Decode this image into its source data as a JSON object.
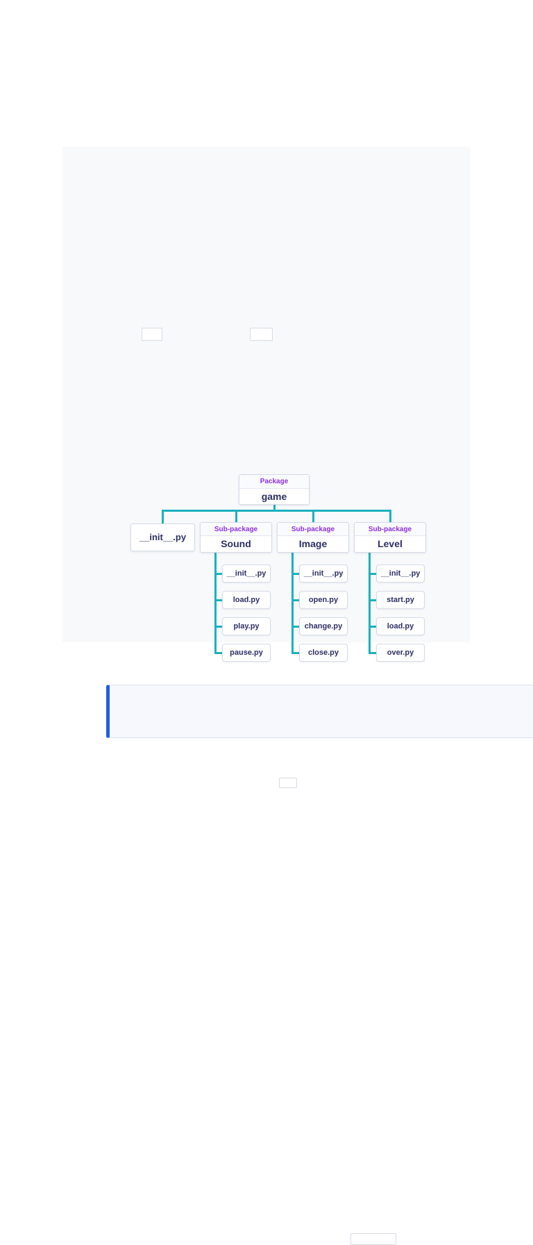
{
  "page": {
    "background": "#ffffff",
    "panel_bg": "#f8f9fb"
  },
  "diagram": {
    "root": {
      "badge": "Package",
      "name": "game"
    },
    "root_init_file": "__init__.py",
    "subpackages": [
      {
        "badge": "Sub-package",
        "name": "Sound",
        "files": [
          "__init__.py",
          "load.py",
          "play.py",
          "pause.py"
        ]
      },
      {
        "badge": "Sub-package",
        "name": "Image",
        "files": [
          "__init__.py",
          "open.py",
          "change.py",
          "close.py"
        ]
      },
      {
        "badge": "Sub-package",
        "name": "Level",
        "files": [
          "__init__.py",
          "start.py",
          "load.py",
          "over.py"
        ]
      }
    ],
    "colors": {
      "connector": "#1bb1bd",
      "badge_text": "#8e2fe0",
      "node_text": "#2d2f63",
      "node_border": "#d5dbe6",
      "note_accent": "#1d5de2"
    }
  }
}
